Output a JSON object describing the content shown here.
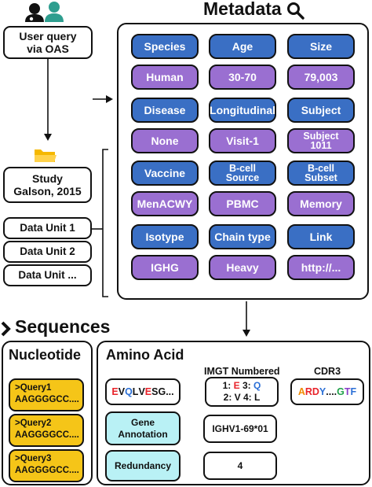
{
  "colors": {
    "key_fill": "#3a6fc4",
    "value_fill": "#9a6fd1",
    "query_fill": "#f5c518",
    "tool_fill": "#b9f1f5",
    "icon_teal": "#2e9e8f",
    "folder_yellow": "#f5b800",
    "residue_red": "#e8232a",
    "residue_blue": "#2b6fd6",
    "residue_green": "#20a04a",
    "residue_orange": "#f08a00",
    "residue_purple": "#8a3fc9"
  },
  "icons": {
    "users": "user-group-icon",
    "search": "magnifier-icon",
    "folder": "folder-icon",
    "chevron": "chevron-right-icon"
  },
  "left_column": {
    "user_query": "User query\nvia OAS",
    "study": "Study\nGalson, 2015",
    "data_units": [
      "Data Unit 1",
      "Data Unit 2",
      "Data Unit ..."
    ]
  },
  "metadata": {
    "title": "Metadata",
    "rows": [
      {
        "keys": [
          "Species",
          "Age",
          "Size"
        ],
        "values": [
          "Human",
          "30-70",
          "79,003"
        ]
      },
      {
        "keys": [
          "Disease",
          "Longitudinal",
          "Subject"
        ],
        "values": [
          "None",
          "Visit-1",
          "Subject\n1011"
        ]
      },
      {
        "keys": [
          "Vaccine",
          "B-cell\nSource",
          "B-cell\nSubset"
        ],
        "values": [
          "MenACWY",
          "PBMC",
          "Memory"
        ]
      },
      {
        "keys": [
          "Isotype",
          "Chain type",
          "Link"
        ],
        "values": [
          "IGHG",
          "Heavy",
          "http://..."
        ]
      }
    ]
  },
  "sequences": {
    "title": "Sequences",
    "nucleotide": {
      "title": "Nucleotide",
      "queries": [
        {
          "id": ">Query1",
          "seq": "AAGGGGCC...."
        },
        {
          "id": ">Query2",
          "seq": "AAGGGGCC...."
        },
        {
          "id": ">Query3",
          "seq": "AAGGGGCC...."
        }
      ]
    },
    "amino_acid": {
      "title": "Amino Acid",
      "sequence_chars": [
        "E",
        "V",
        "Q",
        "L",
        "V",
        "E",
        "S",
        "G",
        "..."
      ],
      "imgt_label": "IMGT Numbered",
      "imgt_line1": [
        "1:",
        "E",
        "3:",
        "Q"
      ],
      "imgt_line2": "2: V 4: L",
      "cdr3_label": "CDR3",
      "cdr3_chars": [
        "A",
        "R",
        "D",
        "Y",
        "....",
        "G",
        "T",
        "F"
      ],
      "gene_annotation_label": "Gene\nAnnotation",
      "gene_annotation_value": "IGHV1-69*01",
      "redundancy_label": "Redundancy",
      "redundancy_value": "4"
    }
  }
}
